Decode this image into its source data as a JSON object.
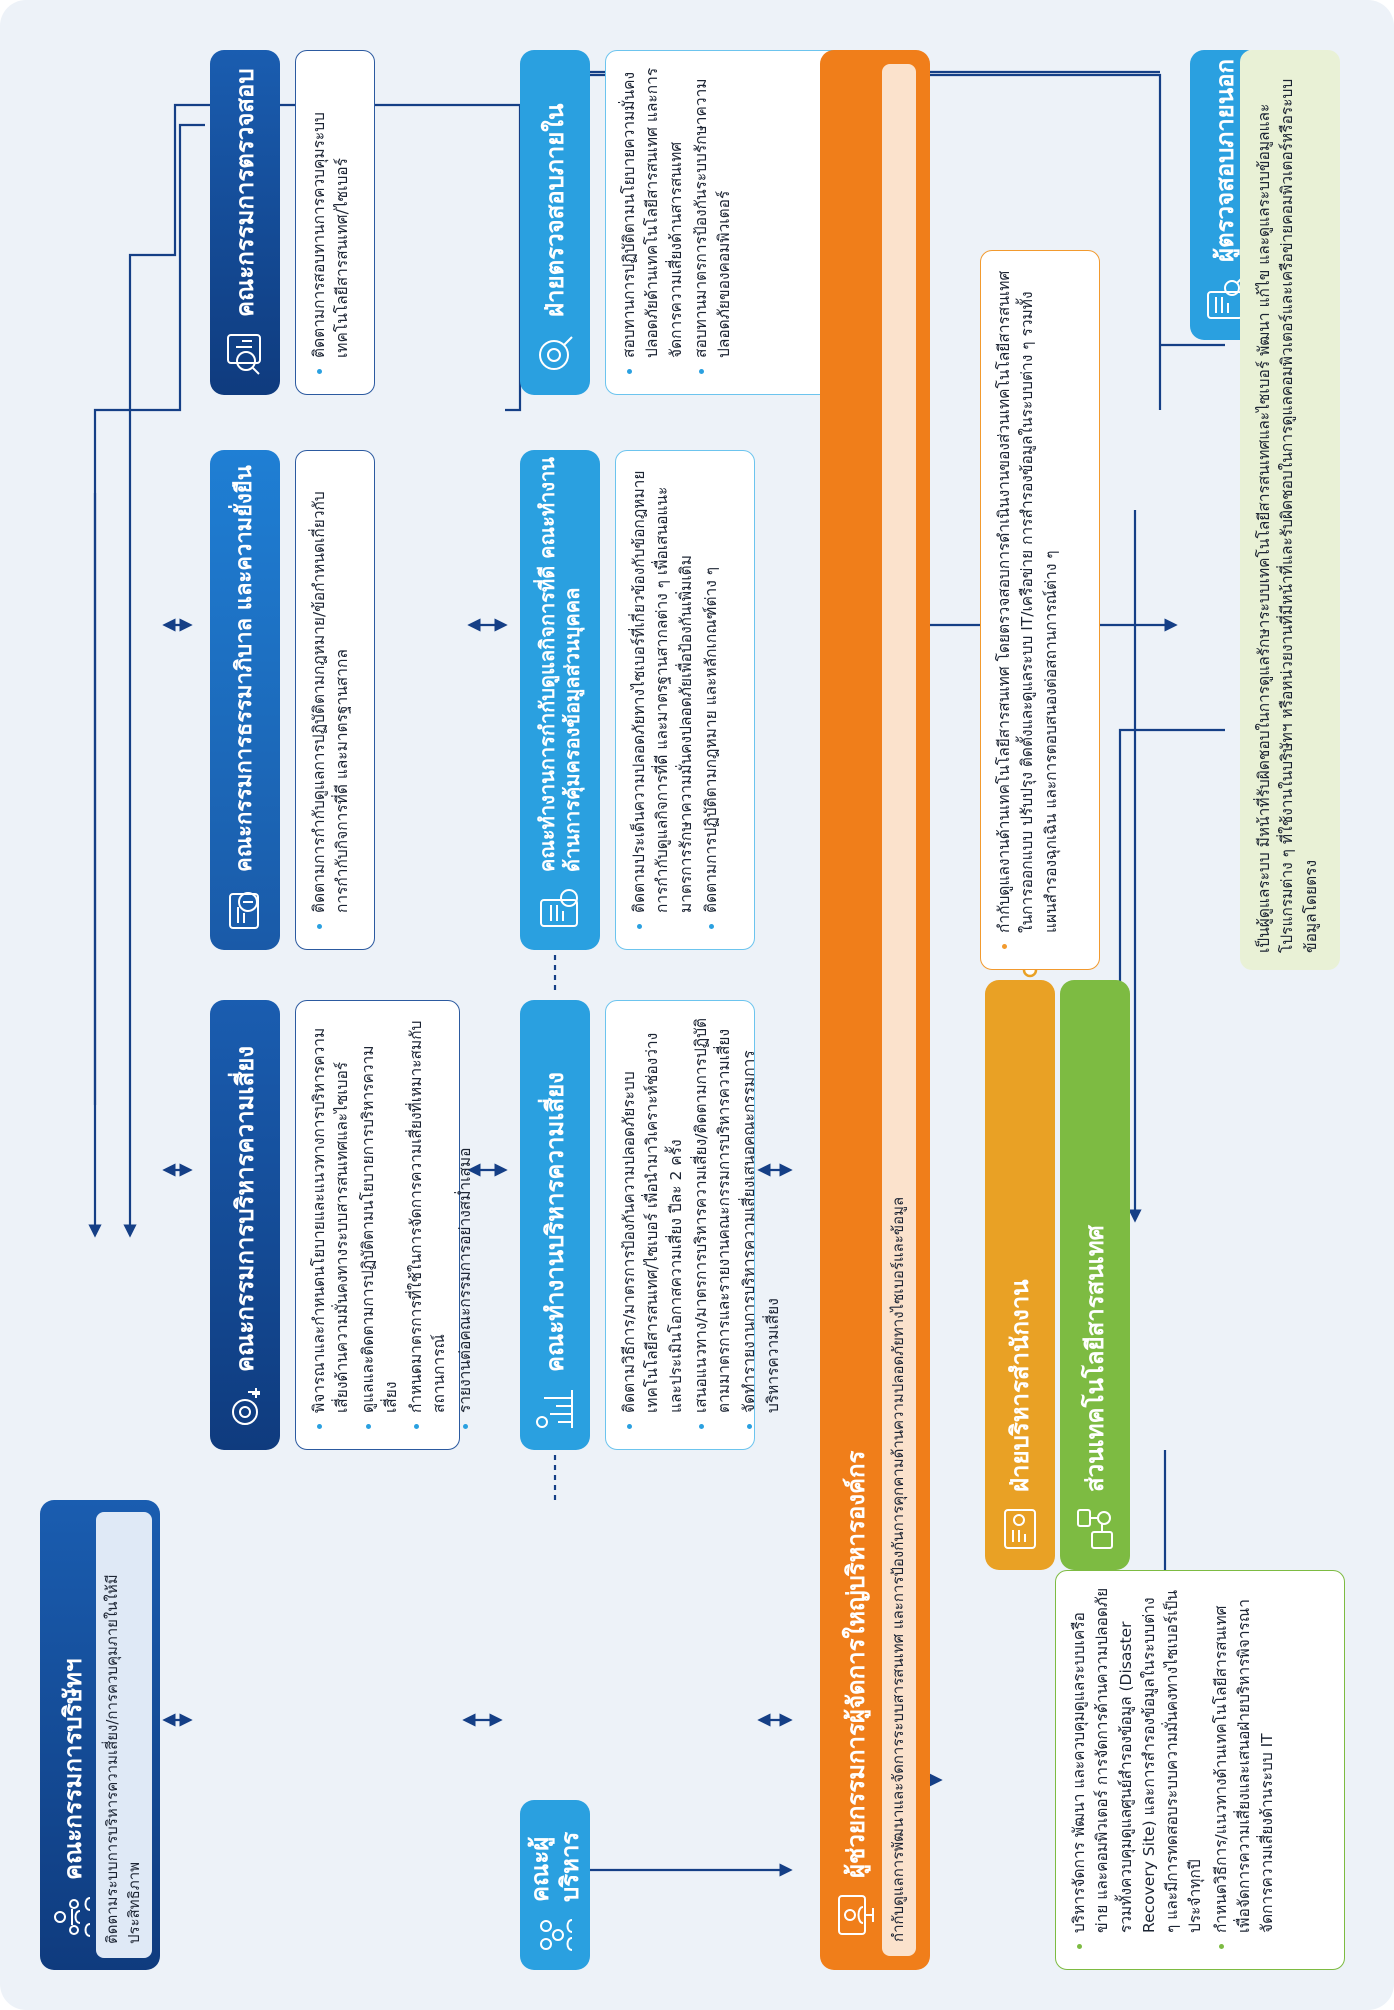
{
  "board": {
    "title": "คณะกรรมการบริษัทฯ",
    "subtitle": "ติดตามระบบการบริหารความเสี่ยง/การควบคุมภายในให้มีประสิทธิภาพ"
  },
  "risk_committee": {
    "title": "คณะกรรมการบริหารความเสี่ยง",
    "items": [
      "พิจารณาและกำหนดนโยบายและแนวทางการบริหารความเสี่ยงด้านความมั่นคงทางระบบสารสนเทศและไซเบอร์",
      "ดูแลและติดตามการปฏิบัติตามนโยบายการบริหารความเสี่ยง",
      "กำหนดมาตรการที่ใช้ในการจัดการความเสี่ยงที่เหมาะสมกับสถานการณ์",
      "รายงานต่อคณะกรรมการอย่างสม่ำเสมอ"
    ]
  },
  "governance_committee": {
    "title": "คณะกรรมการธรรมาภิบาล และความยั่งยืน",
    "items": [
      "ติดตามการกำกับดูแลการปฏิบัติตามกฎหมาย/ข้อกำหนดเกี่ยวกับการกำกับกิจการที่ดี และมาตรฐานสากล"
    ]
  },
  "audit_committee": {
    "title": "คณะกรรมการตรวจสอบ",
    "items": [
      "ติดตามการสอบทานการควบคุมระบบเทคโนโลยีสารสนเทศ/ไซเบอร์"
    ]
  },
  "executive_committee": {
    "title": "คณะผู้บริหาร",
    "items": [
      "บริหารจัดการ พัฒนา และควบคุมดูแลระบบเครือข่าย และคอมพิวเตอร์ การจัดการด้านความปลอดภัย รวมทั้งควบคุมดูแลศูนย์สำรองข้อมูล (Disaster Recovery Site) และการสำรองข้อมูลในระบบต่าง ๆ และมีการทดสอบระบบความมั่นคงทางไซเบอร์เป็นประจำทุกปี",
      "กำหนดวิธีการ/แนวทางด้านเทคโนโลยีสารสนเทศเพื่อจัดการความเสี่ยงและเสนอฝ่ายบริหารพิจารณาจัดการความเสี่ยงด้านระบบ IT"
    ]
  },
  "risk_working_group": {
    "title": "คณะทำงานบริหารความเสี่ยง",
    "items": [
      "ติดตามวิธีการ/มาตรการป้องกันความปลอดภัยระบบเทคโนโลยีสารสนเทศ/ไซเบอร์ เพื่อนำมาวิเคราะห์ช่องว่างและประเมินโอกาสความเสี่ยง ปีละ 2 ครั้ง",
      "เสนอแนวทาง/มาตรการบริหารความเสี่ยง/ติดตามการปฏิบัติตามมาตรการและรายงานคณะกรรมการบริหารความเสี่ยง",
      "จัดทำรายงานการบริหารความเสี่ยงเสนอคณะกรรมการบริหารความเสี่ยง"
    ]
  },
  "compliance_working_group": {
    "title": "คณะทำงานการกำกับดูแลกิจการที่ดี คณะทำงานด้านการคุ้มครองข้อมูลส่วนบุคคล",
    "items": [
      "ติดตามประเด็นความปลอดภัยทางไซเบอร์ที่เกี่ยวข้องกับข้อกฎหมาย การกำกับดูแลกิจการที่ดี และมาตรฐานสากลต่าง ๆ เพื่อเสนอแนะมาตรการรักษาความมั่นคงปลอดภัยเพื่อป้องกันเพิ่มเติม",
      "ติดตามการปฏิบัติตามกฎหมาย และหลักเกณฑ์ต่าง ๆ"
    ]
  },
  "internal_audit": {
    "title": "ฝ่ายตรวจสอบภายใน",
    "items": [
      "สอบทานการปฏิบัติตามนโยบายความมั่นคงปลอดภัยด้านเทคโนโลยีสารสนเทศ และการจัดการความเสี่ยงด้านสารสนเทศ",
      "สอบทานมาตรการป้องกันระบบรักษาความปลอดภัยของคอมพิวเตอร์"
    ]
  },
  "external_auditor": {
    "title": "ผู้ตรวจสอบภายนอก"
  },
  "senior_assistant": {
    "title": "ผู้ช่วยกรรมการผู้จัดการใหญ่บริหารองค์กร",
    "subtitle": "กำกับดูแลการพัฒนาและจัดการระบบสารสนเทศ และการป้องกันการคุกคามด้านความปลอดภัยทางไซเบอร์และข้อมูล"
  },
  "admin_office": {
    "title": "ฝ่ายบริหารสำนักงาน",
    "items": [
      "กำกับดูแลงานด้านเทคโนโลยีสารสนเทศ โดยตรวจสอบการดำเนินงานของส่วนเทคโนโลยีสารสนเทศในการออกแบบ ปรับปรุง ติดตั้งและดูแลระบบ IT/เครือข่าย การสำรองข้อมูลในระบบต่าง ๆ รวมทั้งแผนสำรองฉุกเฉิน และการตอบสนองต่อสถานการณ์ต่าง ๆ"
    ]
  },
  "it_section": {
    "title": "ส่วนเทคโนโลยีสารสนเทศ",
    "description": "เป็นผู้ดูแลระบบ มีหน้าที่รับผิดชอบในการดูแลรักษาระบบเทคโนโลยีสารสนเทศและไซเบอร์ พัฒนา แก้ไข และดูแลระบบข้อมูลและโปรแกรมต่าง ๆ ที่ใช้งานในบริษัทฯ หรือหน่วยงานที่มีหน้าที่และรับผิดชอบในการดูแลคอมพิวเตอร์และเครือข่ายคอมพิวเตอร์หรือระบบข้อมูลโดยตรง"
  },
  "colors": {
    "navy": "#0f3b7e",
    "blue": "#1e6fc9",
    "sky": "#2aa0e0",
    "orange": "#f07e1a",
    "gold": "#e9a125",
    "green": "#7dbb42",
    "background": "#edf2f8"
  },
  "icons": [
    "people-icon",
    "risk-gear-icon",
    "governance-money-icon",
    "audit-magnifier-icon",
    "executives-icon",
    "risk-chart-icon",
    "compliance-document-icon",
    "internal-audit-icon",
    "external-audit-icon",
    "senior-executive-icon",
    "office-admin-icon",
    "network-devices-icon"
  ]
}
